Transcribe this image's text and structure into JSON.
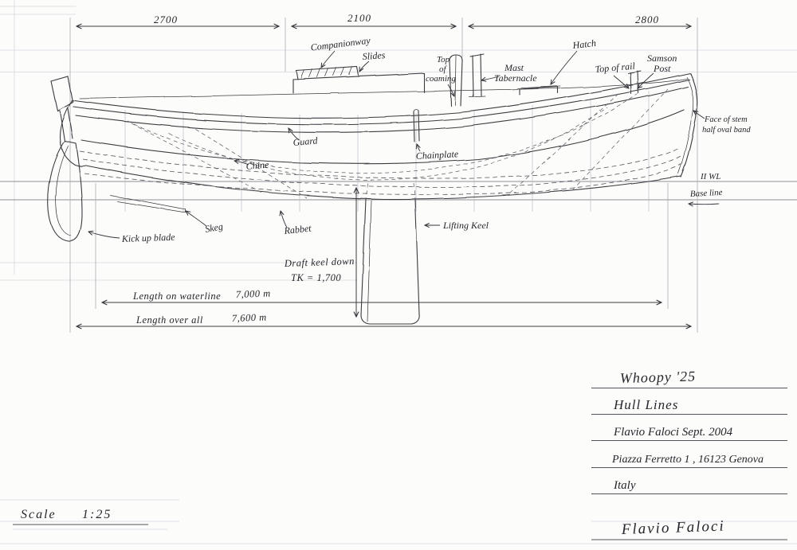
{
  "dims": {
    "top": [
      "2700",
      "2100",
      "2800"
    ],
    "lwl_label": "Length on waterline",
    "lwl_value": "7,000 m",
    "loa_label": "Length over all",
    "loa_value": "7,600 m",
    "draft_label": "Draft keel down",
    "draft_value": "TK = 1,700",
    "waterline": "II WL",
    "baseline": "Base line"
  },
  "labels": {
    "companionway": "Companionway",
    "slides": "Slides",
    "coaming": [
      "Top",
      "of",
      "coaming"
    ],
    "tabernacle": [
      "Mast",
      "Tabernacle"
    ],
    "hatch": "Hatch",
    "top_of_rail": "Top of rail",
    "samson": [
      "Samson",
      "Post"
    ],
    "stem": [
      "Face of stem",
      "half oval band"
    ],
    "guard": "Guard",
    "chine": "Chine",
    "chainplate": "Chainplate",
    "kick_up_blade": "Kick up blade",
    "skeg": "Skeg",
    "rabbet": "Rabbet",
    "lifting_keel": "Lifting Keel"
  },
  "title_block": {
    "project": "Whoopy '25",
    "drawing": "Hull Lines",
    "author_date": "Flavio Faloci   Sept. 2004",
    "address": "Piazza Ferretto 1 , 16123 Genova",
    "country": "Italy",
    "signature": "Flavio Faloci"
  },
  "scale": {
    "label": "Scale",
    "value": "1:25"
  }
}
